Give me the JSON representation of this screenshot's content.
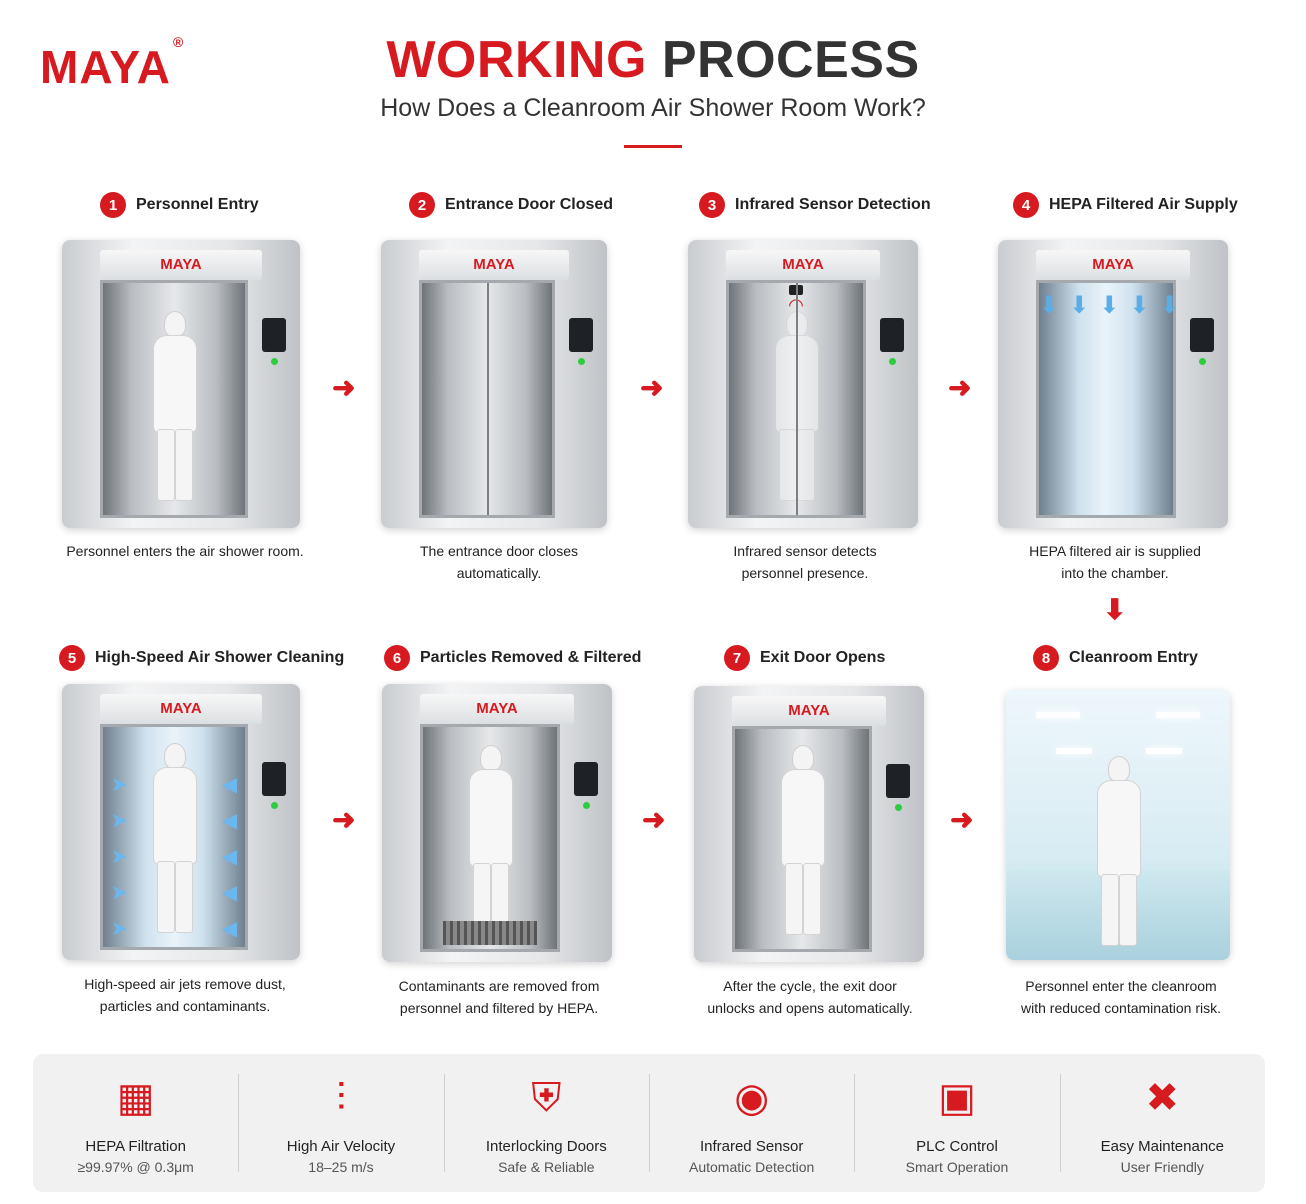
{
  "brand": {
    "logo": "MAYA",
    "reg": "®",
    "panel_logo": "MAYA"
  },
  "header": {
    "title_red": "WORKING",
    "title_dark": "PROCESS",
    "subtitle": "How Does a Cleanroom Air Shower Room Work?"
  },
  "steps": [
    {
      "num": "1",
      "title": "Personnel Entry",
      "caption": "Personnel enters the air shower room."
    },
    {
      "num": "2",
      "title": "Entrance Door Closed",
      "caption_1": "The entrance door closes",
      "caption_2": "automatically."
    },
    {
      "num": "3",
      "title": "Infrared Sensor Detection",
      "caption_1": "Infrared sensor detects",
      "caption_2": "personnel presence."
    },
    {
      "num": "4",
      "title": "HEPA Filtered Air Supply",
      "caption_1": "HEPA filtered air is supplied",
      "caption_2": "into the chamber."
    },
    {
      "num": "5",
      "title": "High-Speed Air Shower Cleaning",
      "caption_1": "High-speed air jets remove dust,",
      "caption_2": "particles and contaminants."
    },
    {
      "num": "6",
      "title": "Particles Removed & Filtered",
      "caption_1": "Contaminants are removed from",
      "caption_2": "personnel and filtered by HEPA."
    },
    {
      "num": "7",
      "title": "Exit Door Opens",
      "caption_1": "After the cycle, the exit door",
      "caption_2": "unlocks and opens automatically."
    },
    {
      "num": "8",
      "title": "Cleanroom Entry",
      "caption_1": "Personnel enter the cleanroom",
      "caption_2": "with reduced contamination risk."
    }
  ],
  "arrows": {
    "right": "➜",
    "down": "⬇"
  },
  "features": [
    {
      "name": "HEPA Filtration",
      "desc": "≥99.97% @ 0.3μm",
      "icon": "filter-icon",
      "glyph": "▦"
    },
    {
      "name": "High Air Velocity",
      "desc": "18–25 m/s",
      "icon": "airflow-icon",
      "glyph": "⫶"
    },
    {
      "name": "Interlocking Doors",
      "desc": "Safe & Reliable",
      "icon": "shield-icon",
      "glyph": "⛨"
    },
    {
      "name": "Infrared Sensor",
      "desc": "Automatic Detection",
      "icon": "sensor-icon",
      "glyph": "◉"
    },
    {
      "name": "PLC Control",
      "desc": "Smart Operation",
      "icon": "chip-icon",
      "glyph": "▣"
    },
    {
      "name": "Easy Maintenance",
      "desc": "User Friendly",
      "icon": "tools-icon",
      "glyph": "✖"
    }
  ],
  "colors": {
    "accent": "#d71920",
    "air": "#5aaee8"
  }
}
